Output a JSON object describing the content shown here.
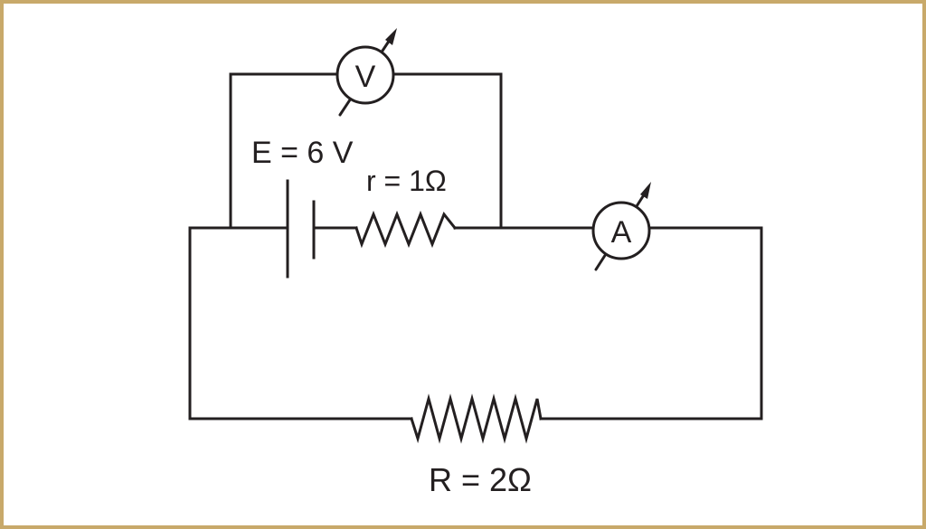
{
  "diagram": {
    "voltmeter_label": "V",
    "ammeter_label": "A",
    "emf_label": "E = 6 V",
    "internal_resistance_label": "r = 1Ω",
    "external_resistance_label": "R = 2Ω",
    "colors": {
      "border": "#c8a96a",
      "ink": "#231f20",
      "background": "#ffffff"
    },
    "icons": [
      "battery-icon",
      "resistor-icon",
      "voltmeter-icon",
      "ammeter-icon"
    ]
  }
}
